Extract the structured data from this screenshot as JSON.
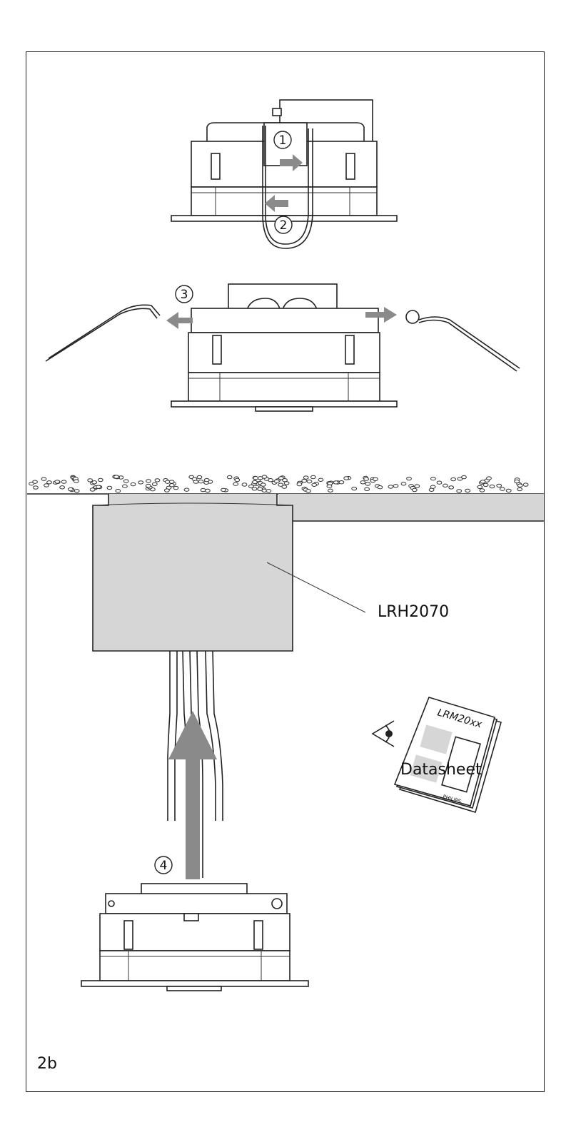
{
  "figure_id": "2b",
  "steps": [
    {
      "id": "1",
      "label": "1"
    },
    {
      "id": "2",
      "label": "2"
    },
    {
      "id": "3",
      "label": "3"
    },
    {
      "id": "4",
      "label": "4"
    }
  ],
  "product_label": "LRH2070",
  "datasheet": {
    "caption": "Datasheet",
    "cover_title": "LRM20xx",
    "brand": "PHILIPS"
  },
  "icons": [
    "eye-icon",
    "direction-arrow-icon"
  ],
  "colors": {
    "line": "#222222",
    "arrow": "#8a8a8a",
    "fill_grey": "#d6d6d6"
  }
}
